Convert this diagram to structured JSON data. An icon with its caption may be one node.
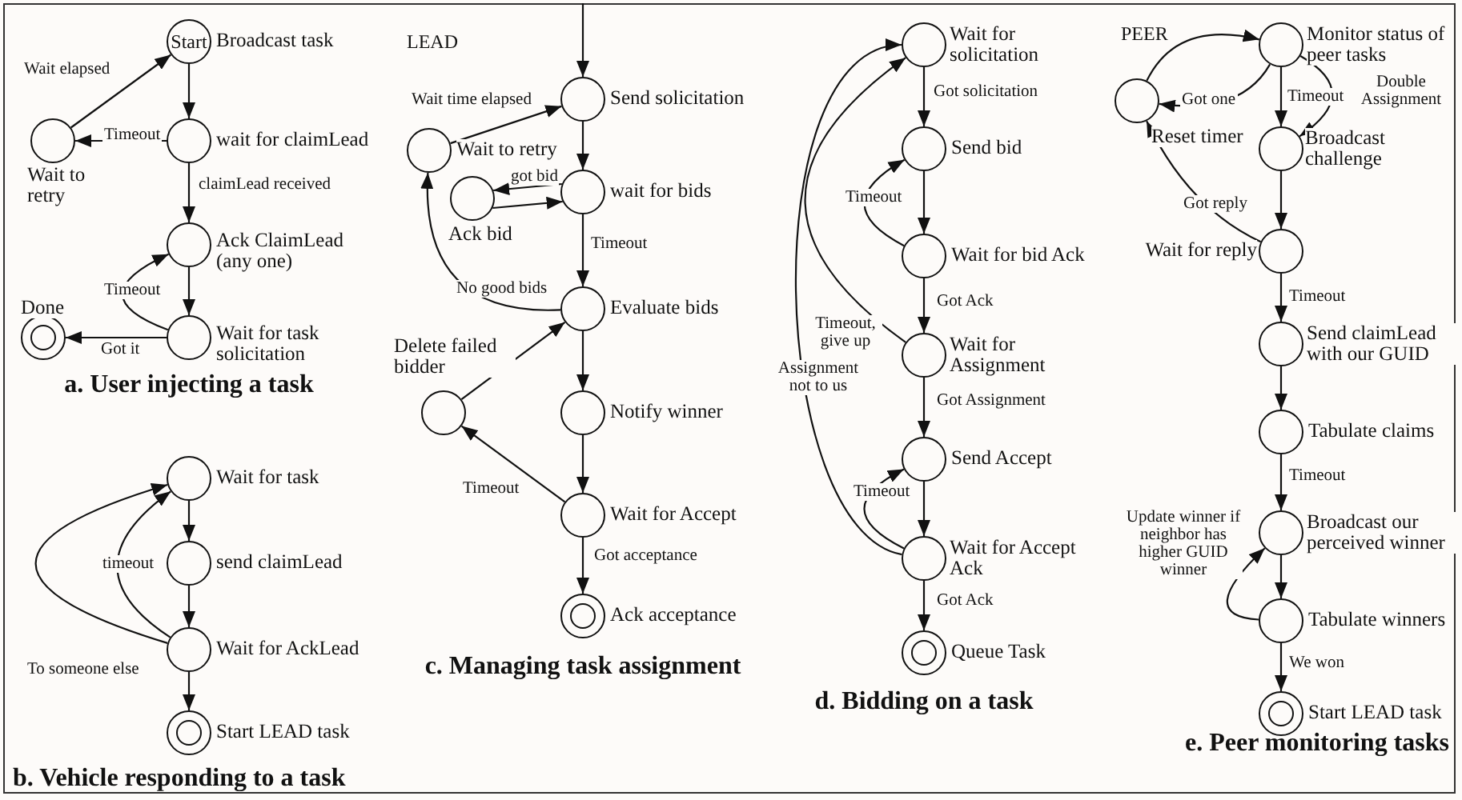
{
  "diagram": {
    "nodes": [
      {
        "text": [
          "Start"
        ],
        "beside": [
          "Broadcast task"
        ]
      },
      {
        "text": [],
        "shape": "circle",
        "beside": [
          "wait for claimLead"
        ]
      },
      {
        "text": [],
        "shape": "circle",
        "beside": [
          "Wait to retry"
        ]
      },
      {
        "text": [],
        "shape": "circle",
        "beside": [
          "Ack ClaimLead (any one)"
        ]
      },
      {
        "text": [],
        "shape": "circle",
        "beside": [
          "Wait for task solicitation"
        ]
      },
      {
        "text": [],
        "shape": "double-circle",
        "beside": [
          "Done"
        ]
      },
      {
        "text": [],
        "shape": "circle",
        "beside": [
          "Wait for task"
        ]
      },
      {
        "text": [],
        "shape": "circle",
        "beside": [
          "send claimLead"
        ]
      },
      {
        "text": [],
        "shape": "circle",
        "beside": [
          "Wait for AckLead"
        ]
      },
      {
        "text": [],
        "shape": "double-circle",
        "beside": [
          "Start LEAD task"
        ]
      },
      {
        "text": [],
        "shape": "circle",
        "beside": [
          "Send solicitation"
        ]
      },
      {
        "text": [],
        "shape": "circle",
        "beside": [
          "Wait to retry"
        ]
      },
      {
        "text": [],
        "shape": "circle",
        "beside": [
          "wait for bids"
        ]
      },
      {
        "text": [],
        "shape": "circle",
        "beside": [
          "Ack bid"
        ]
      },
      {
        "text": [],
        "shape": "circle",
        "beside": [
          "Evaluate bids"
        ]
      },
      {
        "text": [],
        "shape": "circle",
        "beside": [
          "Delete failed bidder"
        ]
      },
      {
        "text": [],
        "shape": "circle",
        "beside": [
          "Notify winner"
        ]
      },
      {
        "text": [],
        "shape": "circle",
        "beside": [
          "Wait for Accept"
        ]
      },
      {
        "text": [],
        "shape": "double-circle",
        "beside": [
          "Ack acceptance"
        ]
      },
      {
        "text": [],
        "shape": "circle",
        "beside": [
          "Wait for solicitation"
        ]
      },
      {
        "text": [],
        "shape": "circle",
        "beside": [
          "Send bid"
        ]
      },
      {
        "text": [],
        "shape": "circle",
        "beside": [
          "Wait for bid Ack"
        ]
      },
      {
        "text": [],
        "shape": "circle",
        "beside": [
          "Wait for Assignment"
        ]
      },
      {
        "text": [],
        "shape": "circle",
        "beside": [
          "Send Accept"
        ]
      },
      {
        "text": [],
        "shape": "circle",
        "beside": [
          "Wait for Accept Ack"
        ]
      },
      {
        "text": [],
        "shape": "double-circle",
        "beside": [
          "Queue Task"
        ]
      },
      {
        "text": [],
        "shape": "circle",
        "beside": [
          "Monitor status of peer tasks"
        ]
      },
      {
        "text": [],
        "shape": "circle",
        "beside": [
          "Reset timer"
        ]
      },
      {
        "text": [],
        "shape": "circle",
        "beside": [
          "Broadcast challenge"
        ]
      },
      {
        "text": [],
        "shape": "circle",
        "beside": [
          "Wait for reply"
        ]
      },
      {
        "text": [],
        "shape": "circle",
        "beside": [
          "Send claimLead with our GUID"
        ]
      },
      {
        "text": [],
        "shape": "circle",
        "beside": [
          "Tabulate claims"
        ]
      },
      {
        "text": [],
        "shape": "circle",
        "beside": [
          "Broadcast our perceived winner"
        ]
      },
      {
        "text": [],
        "shape": "circle",
        "beside": [
          "Tabulate winners"
        ]
      },
      {
        "text": [],
        "shape": "double-circle",
        "beside": [
          "Start LEAD task"
        ]
      }
    ],
    "edges": [
      {
        "from": 0,
        "to": 1,
        "arrow": "to"
      },
      {
        "from": 1,
        "to": 2,
        "arrow": "to",
        "label": "Timeout"
      },
      {
        "from": 2,
        "to": 0,
        "arrow": "to",
        "label": "Wait elapsed"
      },
      {
        "from": 1,
        "to": 3,
        "arrow": "to",
        "label": "claimLead received"
      },
      {
        "from": 3,
        "to": 4,
        "arrow": "to"
      },
      {
        "from": 4,
        "to": 3,
        "arrow": "to",
        "label": "Timeout"
      },
      {
        "from": 4,
        "to": 5,
        "arrow": "to",
        "label": "Got it"
      },
      {
        "from": 6,
        "to": 7,
        "arrow": "to"
      },
      {
        "from": 7,
        "to": 8,
        "arrow": "to"
      },
      {
        "from": 8,
        "to": 6,
        "arrow": "to",
        "label": "timeout"
      },
      {
        "from": 8,
        "to": 6,
        "arrow": "to",
        "label": "To someone else"
      },
      {
        "from": 8,
        "to": 9,
        "arrow": "to"
      },
      {
        "from": null,
        "to": 10,
        "arrow": "to"
      },
      {
        "from": 11,
        "to": 10,
        "arrow": "to",
        "label": "Wait time elapsed"
      },
      {
        "from": 10,
        "to": 12,
        "arrow": "to"
      },
      {
        "from": 12,
        "to": 13,
        "arrow": "to",
        "label": "got bid"
      },
      {
        "from": 13,
        "to": 12,
        "arrow": "to"
      },
      {
        "from": 12,
        "to": 14,
        "arrow": "to",
        "label": "Timeout"
      },
      {
        "from": 14,
        "to": 11,
        "arrow": "to",
        "label": "No good bids"
      },
      {
        "from": 15,
        "to": 14,
        "arrow": "to"
      },
      {
        "from": 14,
        "to": 16,
        "arrow": "to"
      },
      {
        "from": 16,
        "to": 17,
        "arrow": "to"
      },
      {
        "from": 17,
        "to": 15,
        "arrow": "to",
        "label": "Timeout"
      },
      {
        "from": 17,
        "to": 18,
        "arrow": "to",
        "label": "Got acceptance"
      },
      {
        "from": 19,
        "to": 20,
        "arrow": "to",
        "label": "Got solicitation"
      },
      {
        "from": 20,
        "to": 21,
        "arrow": "to"
      },
      {
        "from": 21,
        "to": 20,
        "arrow": "to",
        "label": "Timeout"
      },
      {
        "from": 21,
        "to": 22,
        "arrow": "to",
        "label": "Got Ack"
      },
      {
        "from": 22,
        "to": 19,
        "arrow": "to",
        "label": "Timeout, give up"
      },
      {
        "from": 22,
        "to": 23,
        "arrow": "to",
        "label": "Got Assignment"
      },
      {
        "from": 23,
        "to": 24,
        "arrow": "to"
      },
      {
        "from": 24,
        "to": 23,
        "arrow": "to",
        "label": "Timeout"
      },
      {
        "from": 24,
        "to": 19,
        "arrow": "to",
        "label": "Assignment not to us"
      },
      {
        "from": 24,
        "to": 25,
        "arrow": "to",
        "label": "Got Ack"
      },
      {
        "from": 27,
        "to": 26,
        "arrow": "to"
      },
      {
        "from": 26,
        "to": 27,
        "arrow": "to",
        "label": "Got one"
      },
      {
        "from": 26,
        "to": 28,
        "arrow": "to",
        "label": "Timeout"
      },
      {
        "from": 26,
        "to": 28,
        "arrow": "to",
        "label": "Double Assignment"
      },
      {
        "from": 28,
        "to": 29,
        "arrow": "to"
      },
      {
        "from": 29,
        "to": 27,
        "arrow": "to",
        "label": "Got reply"
      },
      {
        "from": 29,
        "to": 30,
        "arrow": "to",
        "label": "Timeout"
      },
      {
        "from": 30,
        "to": 31,
        "arrow": "to"
      },
      {
        "from": 31,
        "to": 32,
        "arrow": "to",
        "label": "Timeout"
      },
      {
        "from": 32,
        "to": 33,
        "arrow": "to"
      },
      {
        "from": 33,
        "to": 32,
        "arrow": "to",
        "label": "Update winner if neighbor has higher GUID winner"
      },
      {
        "from": 33,
        "to": 34,
        "arrow": "to",
        "label": "We won"
      }
    ],
    "labels": [
      "a. User injecting a task",
      "b. Vehicle responding to a task",
      "LEAD",
      "c. Managing task assignment",
      "d. Bidding on a task",
      "PEER",
      "e. Peer monitoring tasks"
    ]
  }
}
